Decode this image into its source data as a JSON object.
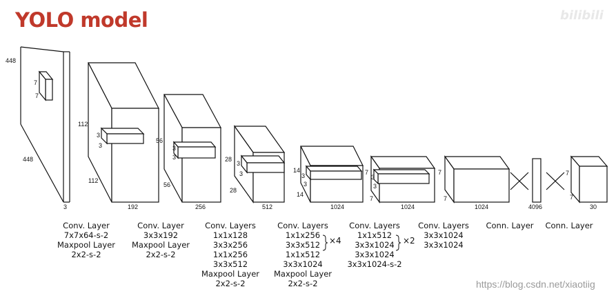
{
  "title": "YOLO model",
  "logo_text": "bilibili",
  "watermark": "https://blog.csdn.net/xiaotiig",
  "dimensions": {
    "input": {
      "height": "448",
      "width": "448",
      "depth": "3",
      "kernel_h": "7",
      "kernel_w": "7"
    },
    "b1": {
      "height": "112",
      "width": "112",
      "depth": "192",
      "kernel_h": "3",
      "kernel_w": "3"
    },
    "b2": {
      "height": "56",
      "width": "56",
      "depth": "256",
      "kernel_h": "3",
      "kernel_w": "3"
    },
    "b3": {
      "height": "28",
      "width": "28",
      "depth": "512",
      "kernel_h": "3",
      "kernel_w": "3"
    },
    "b4": {
      "height": "14",
      "width": "14",
      "depth": "1024",
      "kernel_h": "3",
      "kernel_w": "3"
    },
    "b5": {
      "height": "7",
      "width": "7",
      "depth": "1024",
      "kernel_h": "3",
      "kernel_w": "3"
    },
    "b6": {
      "height": "7",
      "width": "7",
      "depth": "1024"
    },
    "fc1": {
      "depth": "4096"
    },
    "out": {
      "height": "7",
      "width": "7",
      "depth": "30"
    }
  },
  "captions": [
    [
      "Conv. Layer",
      "7x7x64-s-2",
      "Maxpool Layer",
      "2x2-s-2"
    ],
    [
      "Conv. Layer",
      "3x3x192",
      "Maxpool Layer",
      "2x2-s-2"
    ],
    [
      "Conv. Layers",
      "1x1x128",
      "3x3x256",
      "1x1x256",
      "3x3x512",
      "Maxpool Layer",
      "2x2-s-2"
    ],
    [
      "Conv. Layers",
      "1x1x256",
      "3x3x512",
      "1x1x512",
      "3x3x1024",
      "Maxpool Layer",
      "2x2-s-2"
    ],
    [
      "Conv. Layers",
      "1x1x512",
      "3x3x1024",
      "3x3x1024",
      "3x3x1024-s-2"
    ],
    [
      "Conv. Layers",
      "3x3x1024",
      "3x3x1024"
    ],
    [
      "Conn. Layer"
    ],
    [
      "Conn. Layer"
    ]
  ],
  "repeats": {
    "block4": "×4",
    "block5": "×2"
  }
}
